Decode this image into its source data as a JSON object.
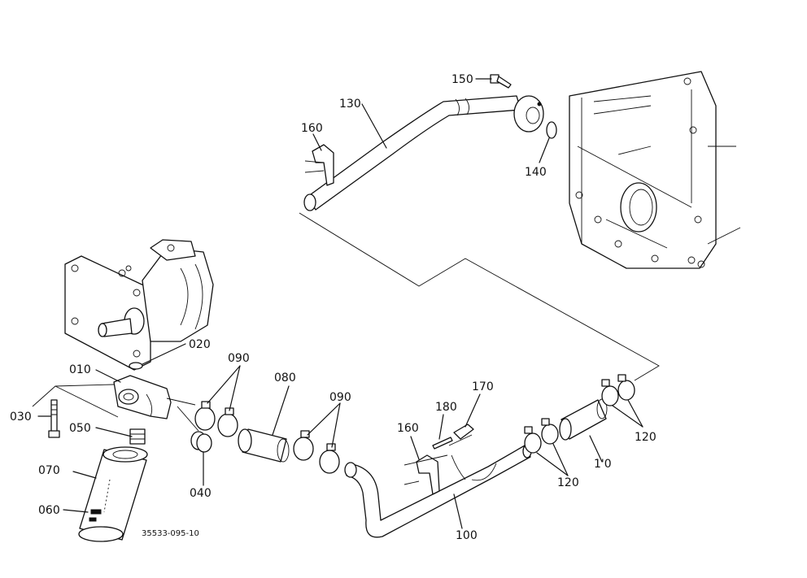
{
  "callouts": {
    "p150": "150",
    "p130": "130",
    "p160_top": "160",
    "p140": "140",
    "p020": "020",
    "p010": "010",
    "p090_left": "090",
    "p080": "080",
    "p090_right": "090",
    "p030": "030",
    "p050": "050",
    "p070": "070",
    "p060": "060",
    "p040": "040",
    "p170": "170",
    "p180": "180",
    "p160_mid": "160",
    "p100": "100",
    "p120_mid": "120",
    "p110": "1'0",
    "p120_right": "120"
  },
  "drawing_code": "35533-095-10"
}
